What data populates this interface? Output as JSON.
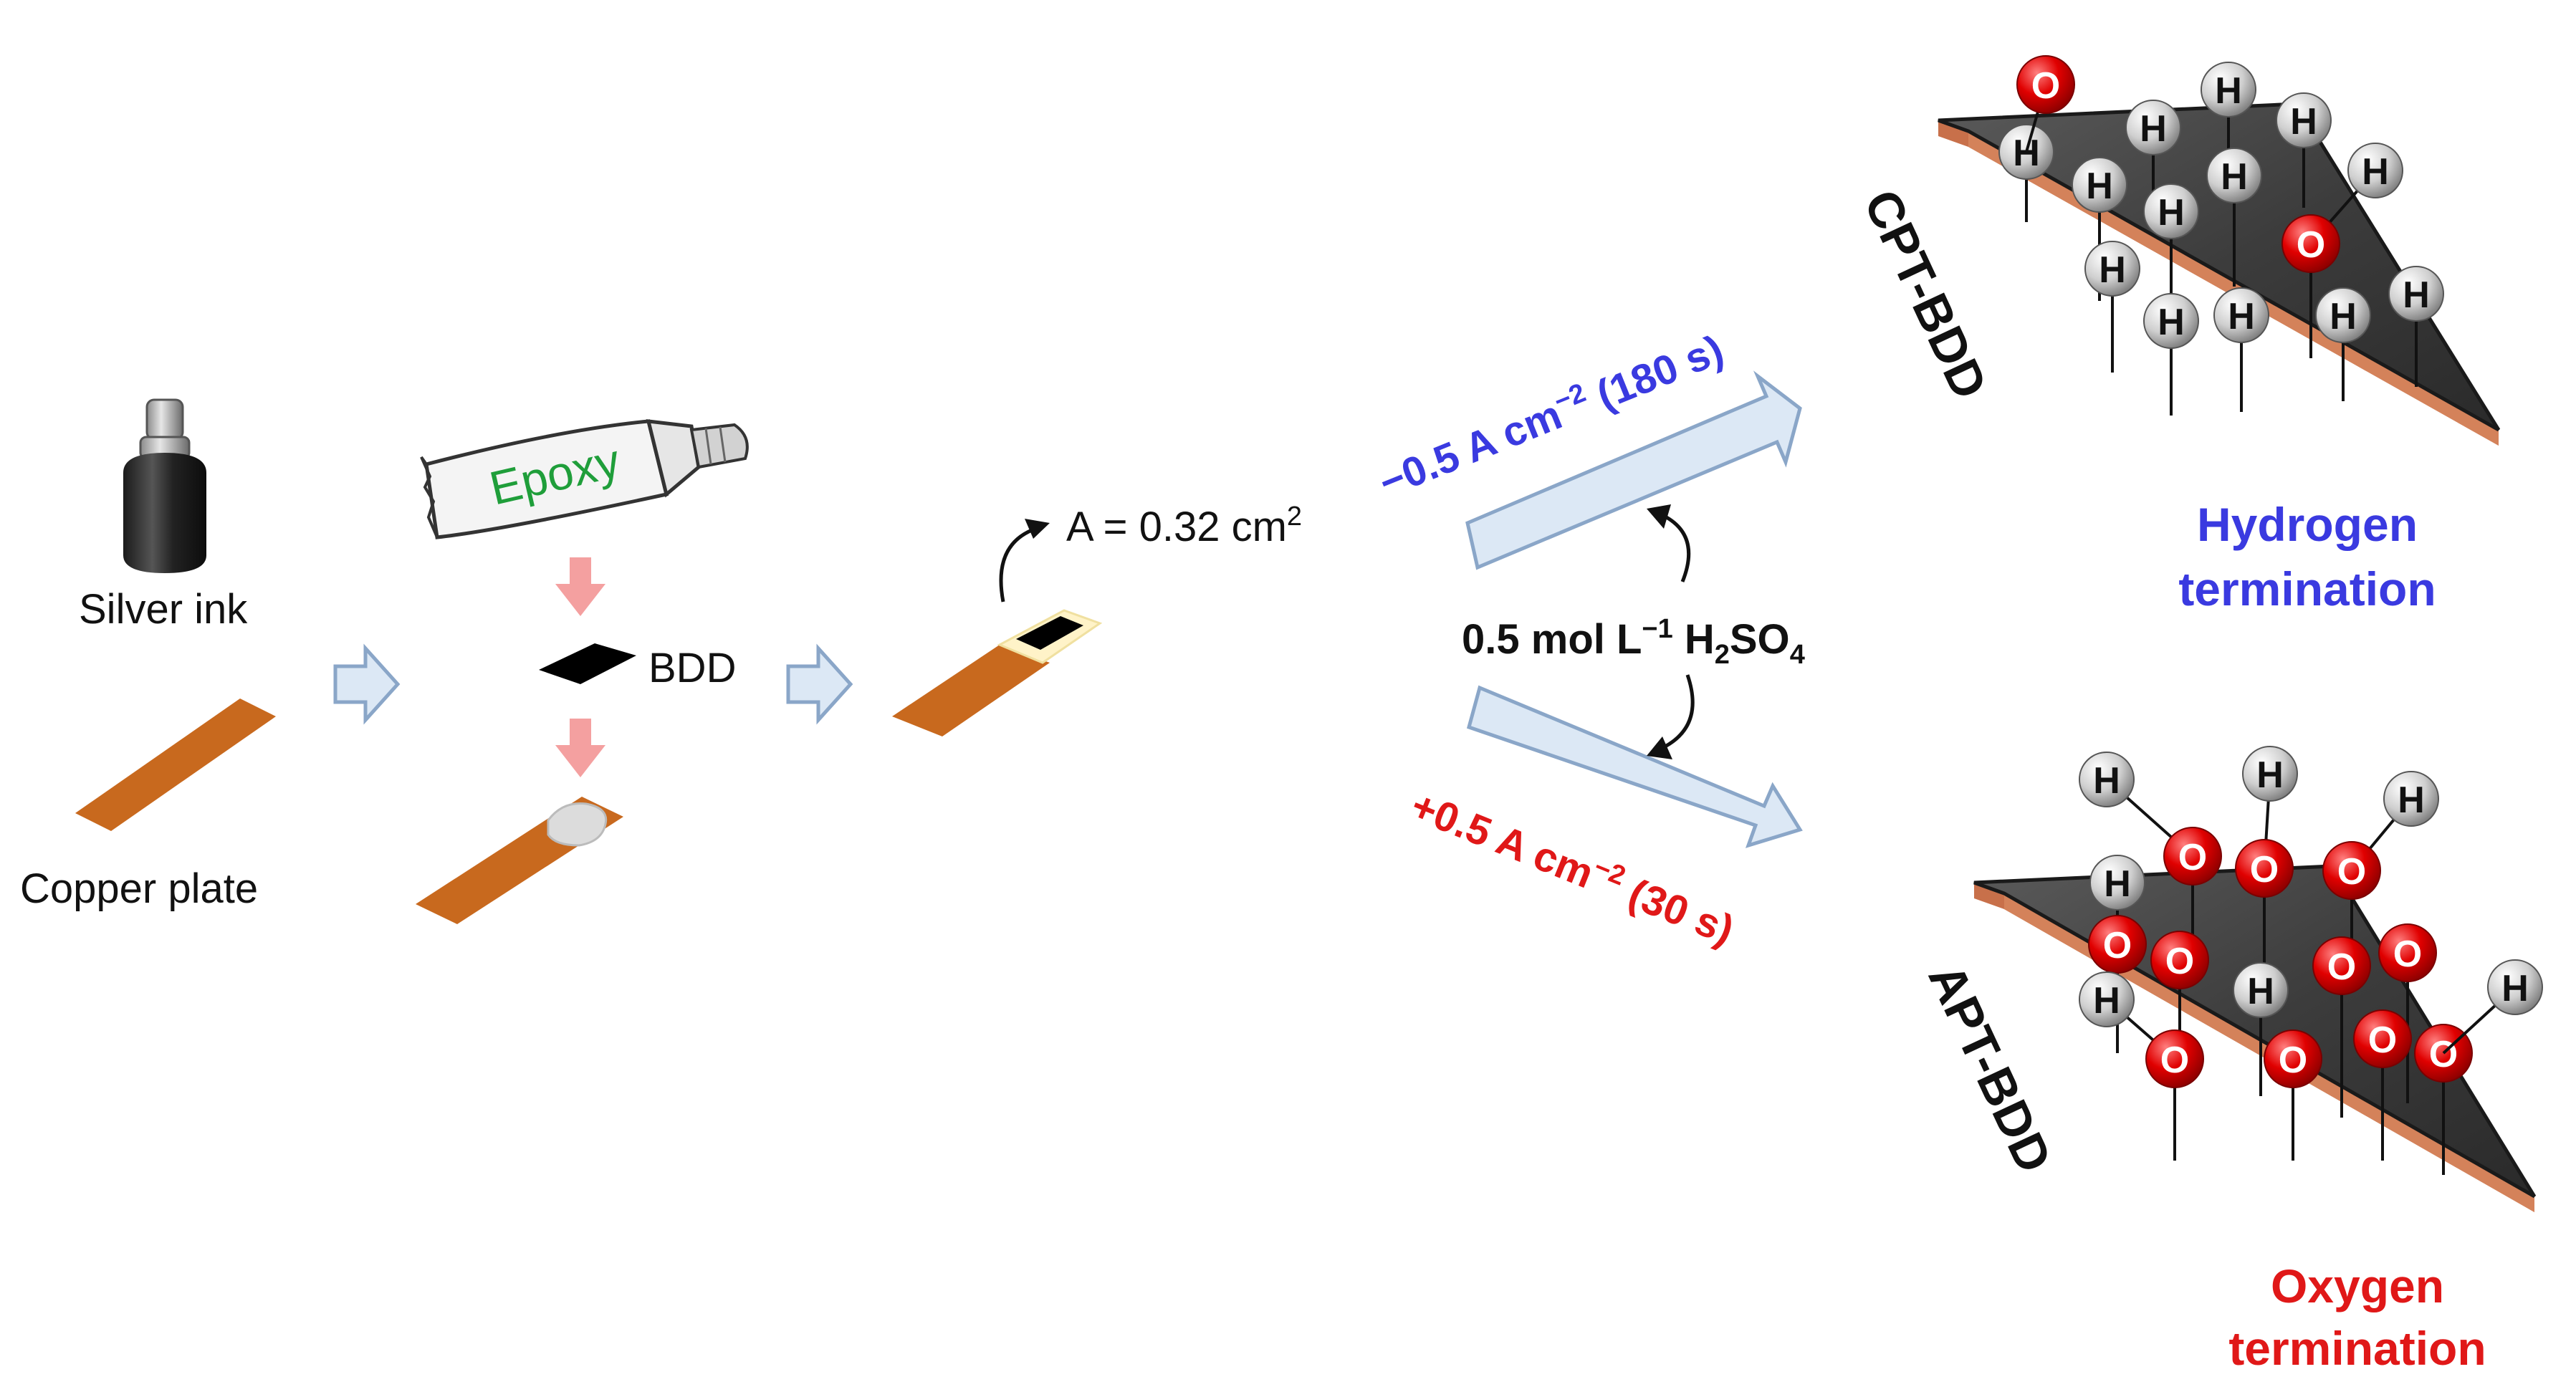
{
  "labels": {
    "silver_ink": "Silver ink",
    "copper_plate": "Copper plate",
    "epoxy": "Epoxy",
    "bdd": "BDD",
    "area_prefix": "A = 0.32 cm",
    "area_sup": "2",
    "electrolyte_main": "0.5 mol L",
    "electrolyte_sup": "−1",
    "electrolyte_h": " H",
    "electrolyte_sub2": "2",
    "electrolyte_so": "SO",
    "electrolyte_sub4": "4",
    "cathodic_a": "−0.5 A cm",
    "cathodic_sup": "−2",
    "cathodic_b": " (180 s)",
    "anodic_a": "+0.5 A cm",
    "anodic_sup": "−2",
    "anodic_b": " (30 s)",
    "cpt_bdd": "CPT-BDD",
    "apt_bdd": "APT-BDD",
    "hydrogen_1": "Hydrogen",
    "hydrogen_2": "termination",
    "oxygen_1": "Oxygen",
    "oxygen_2": "termination",
    "atom_h": "H",
    "atom_o": "O"
  },
  "colors": {
    "copper": "#c8691e",
    "arrow_fill": "#dce8f5",
    "arrow_stroke": "#8aa6c8",
    "pink_arrow": "#f4a0a0",
    "blue_text": "#3a3ae0",
    "red_text": "#e01818",
    "epoxy_green": "#1f9e3a",
    "oxygen_red": "#e01010",
    "hydrogen_grey": "#d8d8d8",
    "substrate_dark": "#3a3a3a"
  }
}
